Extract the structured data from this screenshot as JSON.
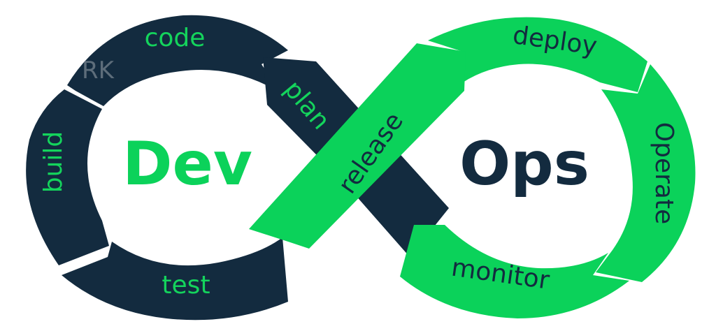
{
  "diagram": {
    "hubs": {
      "left": "Dev",
      "right": "Ops"
    },
    "stages": {
      "code": "code",
      "build": "build",
      "test": "test",
      "plan": "plan",
      "release": "release",
      "deploy": "deploy",
      "operate": "Operate",
      "monitor": "monitor"
    },
    "watermark": "RK"
  },
  "colors": {
    "dark": "#132b3f",
    "green": "#0bd25a",
    "background": "#ffffff"
  }
}
